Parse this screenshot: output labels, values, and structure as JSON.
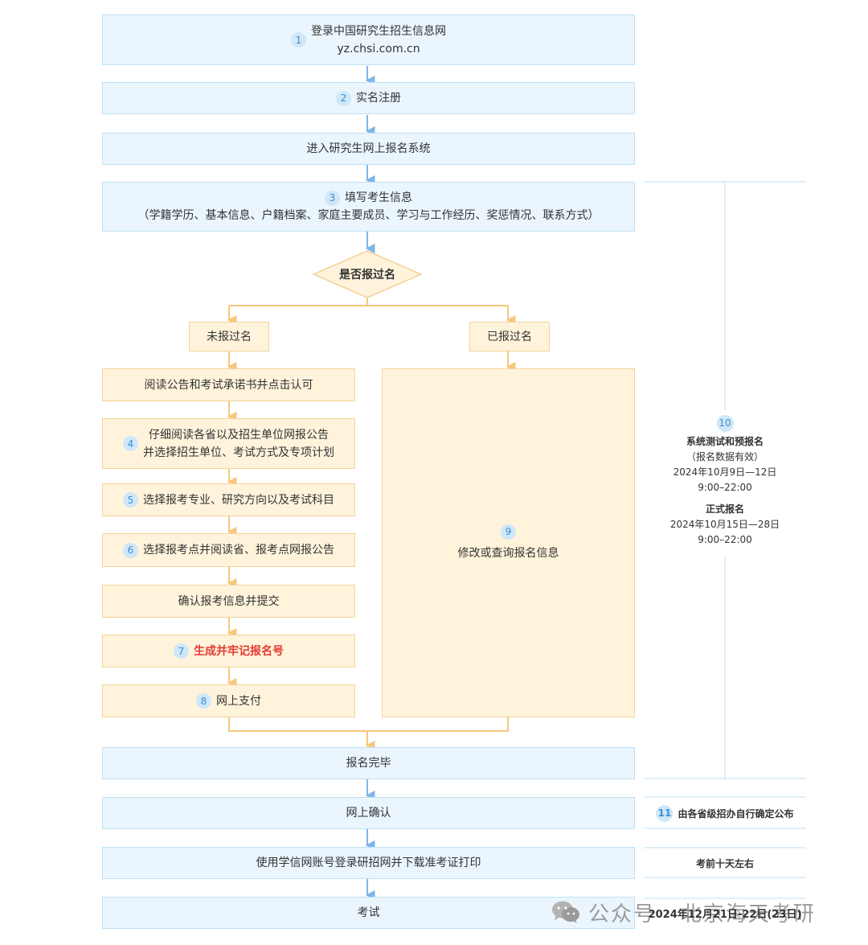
{
  "steps": {
    "s1": {
      "num": "1",
      "line1": "登录中国研究生招生信息网",
      "line2": "yz.chsi.com.cn"
    },
    "s2": {
      "num": "2",
      "text": "实名注册"
    },
    "enter": {
      "text": "进入研究生网上报名系统"
    },
    "s3": {
      "num": "3",
      "line1": "填写考生信息",
      "line2": "（学籍学历、基本信息、户籍档案、家庭主要成员、学习与工作经历、奖惩情况、联系方式）"
    },
    "decision": {
      "text": "是否报过名"
    },
    "not_registered": {
      "text": "未报过名"
    },
    "registered": {
      "text": "已报过名"
    },
    "read_notice": {
      "text": "阅读公告和考试承诺书并点击认可"
    },
    "s4": {
      "num": "4",
      "line1": "仔细阅读各省以及招生单位网报公告",
      "line2": "并选择招生单位、考试方式及专项计划"
    },
    "s5": {
      "num": "5",
      "text": "选择报考专业、研究方向以及考试科目"
    },
    "s6": {
      "num": "6",
      "text": "选择报考点并阅读省、报考点网报公告"
    },
    "confirm_submit": {
      "text": "确认报考信息并提交"
    },
    "s7": {
      "num": "7",
      "text": "生成并牢记报名号"
    },
    "s8": {
      "num": "8",
      "text": "网上支付"
    },
    "s9": {
      "num": "9",
      "text": "修改或查询报名信息"
    },
    "complete": {
      "text": "报名完毕"
    },
    "online_confirm": {
      "text": "网上确认"
    },
    "print_ticket": {
      "text": "使用学信网账号登录研招网并下载准考证打印"
    },
    "exam": {
      "text": "考试"
    }
  },
  "side": {
    "s10": {
      "num": "10",
      "title1": "系统测试和预报名",
      "note1": "（报名数据有效）",
      "date1": "2024年10月9日—12日",
      "time1": "9:00–22:00",
      "title2": "正式报名",
      "date2": "2024年10月15日—28日",
      "time2": "9:00–22:00"
    },
    "s11": {
      "num": "11",
      "text": "由各省级招办自行确定公布"
    },
    "print_time": {
      "text": "考前十天左右"
    },
    "exam_date": {
      "text": "2024年12月21日-22日(23日)"
    }
  },
  "watermark": {
    "text": "公众号 · 北京海天考研",
    "icon": "wechat-icon"
  },
  "colors": {
    "blue_fill": "#eaf5fd",
    "blue_border": "#c0e0f4",
    "blue_arrow": "#7fb6ea",
    "orange_fill": "#fff3dc",
    "orange_border": "#f3d397",
    "orange_arrow": "#f7c77b",
    "red_text": "#e53a30"
  }
}
